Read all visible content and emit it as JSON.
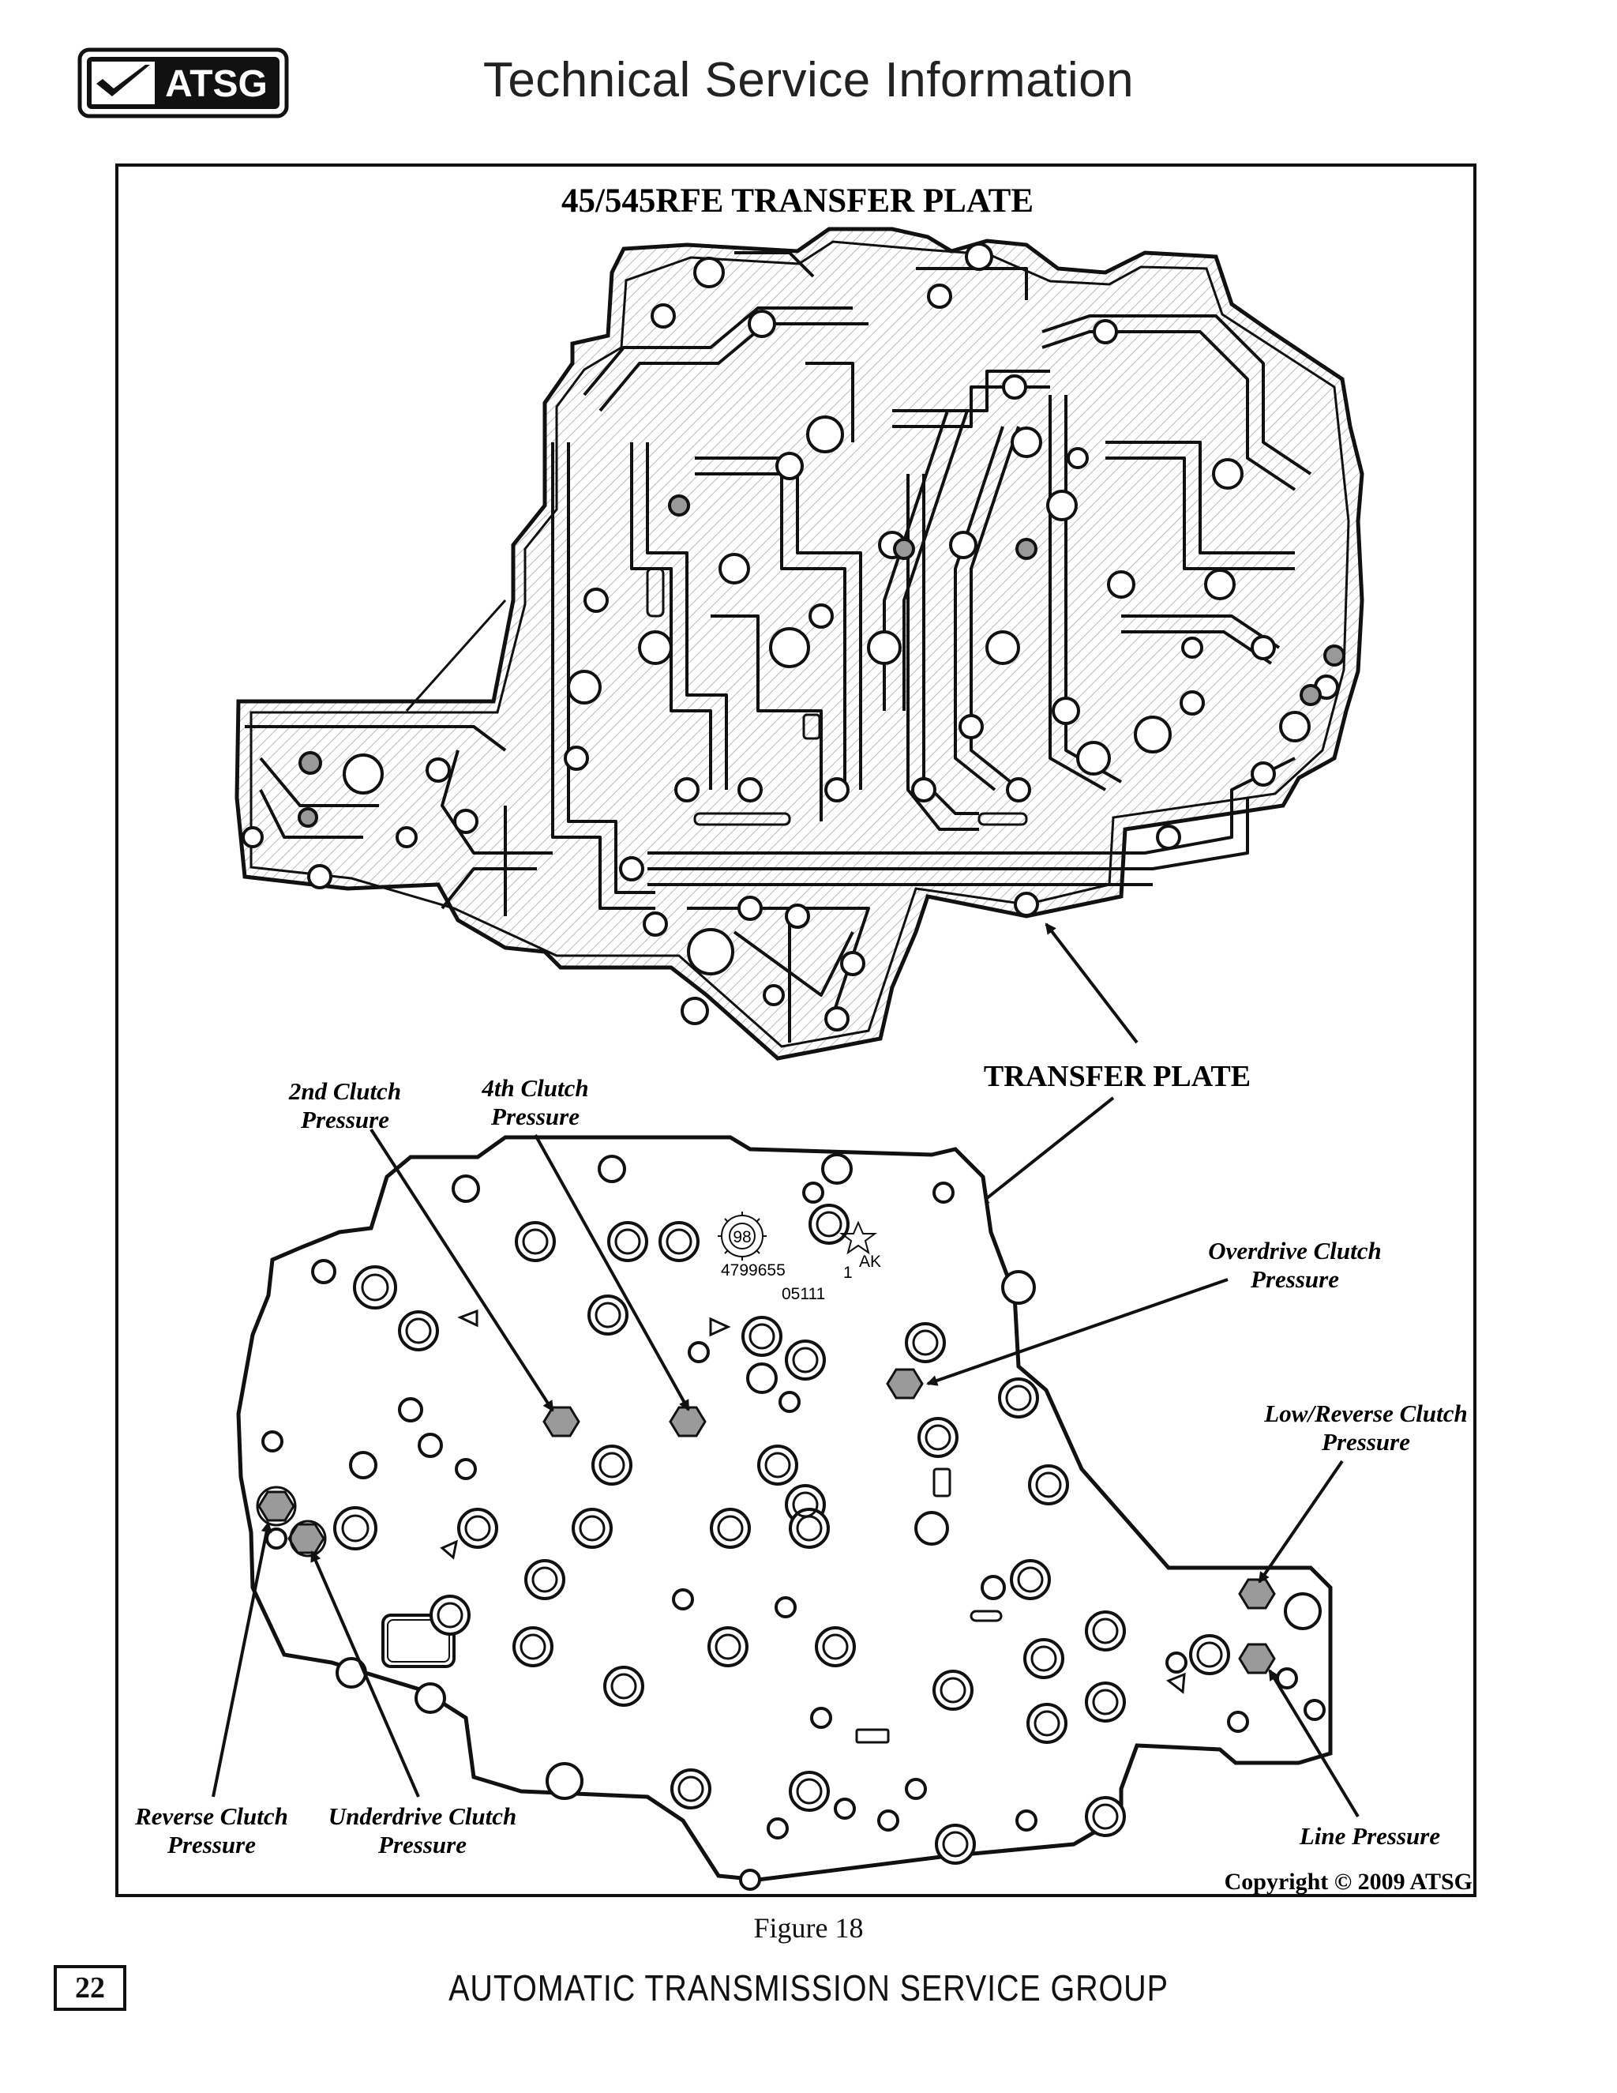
{
  "header": {
    "logo_text": "ATSG",
    "title": "Technical Service Information"
  },
  "figure": {
    "title": "45/545RFE TRANSFER PLATE",
    "transfer_plate_label": "TRANSFER PLATE",
    "callouts": {
      "second_clutch": [
        "2nd Clutch",
        "Pressure"
      ],
      "fourth_clutch": [
        "4th Clutch",
        "Pressure"
      ],
      "overdrive_clutch": [
        "Overdrive Clutch",
        "Pressure"
      ],
      "low_reverse_clutch": [
        "Low/Reverse Clutch",
        "Pressure"
      ],
      "reverse_clutch": [
        "Reverse Clutch",
        "Pressure"
      ],
      "underdrive_clutch": [
        "Underdrive Clutch",
        "Pressure"
      ],
      "line_pressure": [
        "Line Pressure"
      ]
    },
    "stamp": {
      "seal_number": "98",
      "part_number": "4799655",
      "date_code": "05111",
      "mark": "1",
      "mark_sup": "AK"
    },
    "copyright": "Copyright © 2009 ATSG"
  },
  "caption": "Figure 18",
  "page_number": "22",
  "footer": "AUTOMATIC TRANSMISSION SERVICE GROUP"
}
